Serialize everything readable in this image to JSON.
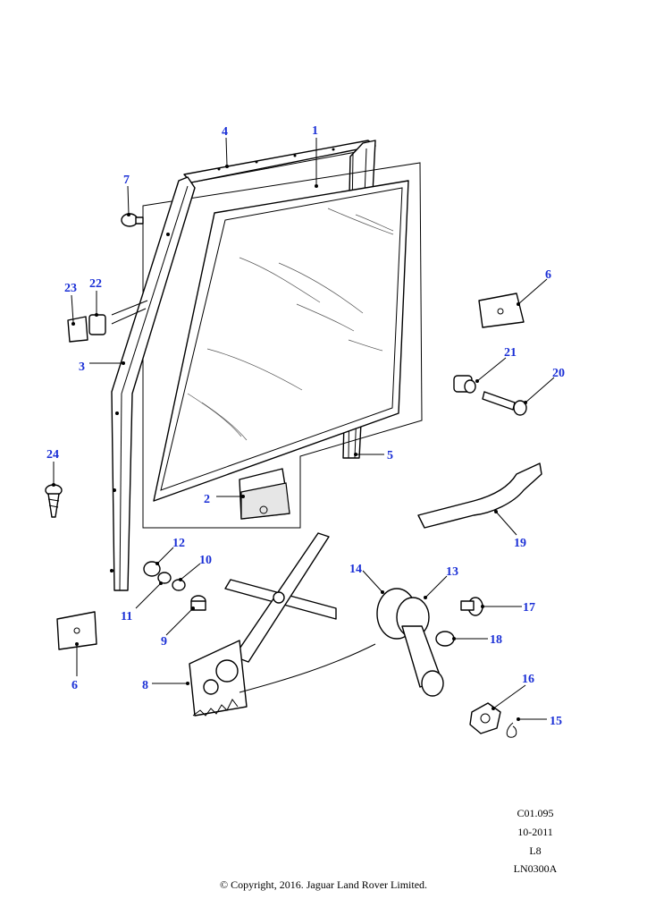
{
  "callouts": {
    "c1": "1",
    "c2": "2",
    "c3": "3",
    "c4": "4",
    "c5": "5",
    "c6a": "6",
    "c6b": "6",
    "c7": "7",
    "c8": "8",
    "c9": "9",
    "c10": "10",
    "c11": "11",
    "c12": "12",
    "c13": "13",
    "c14": "14",
    "c15": "15",
    "c16": "16",
    "c17": "17",
    "c18": "18",
    "c19": "19",
    "c20": "20",
    "c21": "21",
    "c22": "22",
    "c23": "23",
    "c24": "24"
  },
  "meta": {
    "code": "C01.095",
    "date": "10-2011",
    "level": "L8",
    "ref": "LN0300A"
  },
  "copyright": "© Copyright, 2016. Jaguar Land Rover Limited.",
  "colors": {
    "callout": "#1a2fd6",
    "line": "#000000"
  }
}
